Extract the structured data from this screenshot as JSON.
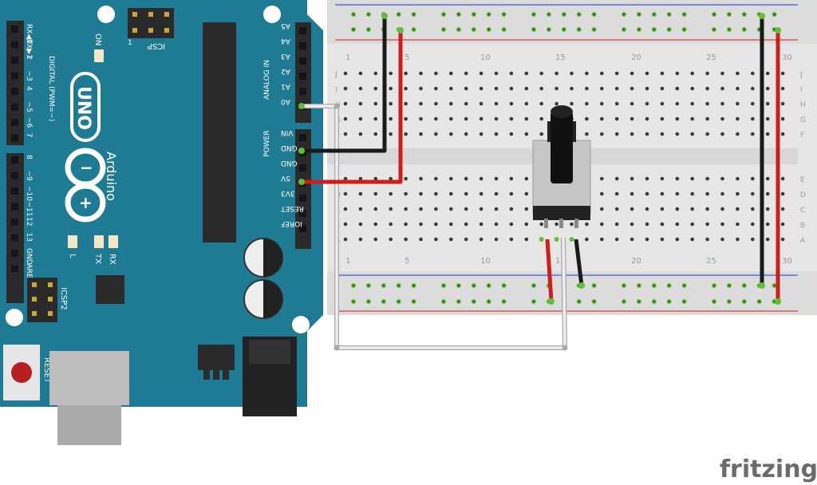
{
  "arduino": {
    "model": "UNO",
    "brand": "Arduino",
    "on_label": "ON",
    "icsp_label": "ICSP",
    "icsp2_label": "ICSP2",
    "reset_label": "RESET",
    "digital_label": "DIGITAL (PWM=~)",
    "analog_label": "ANALOG IN",
    "power_label": "POWER",
    "tx_label": "TX",
    "rx_label": "RX",
    "l_label": "L",
    "digital_pins": [
      "RX◀0",
      "TX▶1",
      "2",
      "~3",
      "4",
      "~5",
      "~6",
      "7",
      "8",
      "~9",
      "~10",
      "~11",
      "12",
      "13",
      "GND",
      "AREF"
    ],
    "analog_pins": [
      "A5",
      "A4",
      "A3",
      "A2",
      "A1",
      "A0"
    ],
    "power_pins": [
      "VIN",
      "GND",
      "GND",
      "5V",
      "3V3",
      "RESET",
      "IOREF"
    ],
    "icsp_pin_marker": "1"
  },
  "breadboard": {
    "column_numbers": [
      "1",
      "5",
      "10",
      "15",
      "20",
      "25",
      "30"
    ],
    "row_letters_top": [
      "J",
      "I",
      "H",
      "G",
      "F"
    ],
    "row_letters_bottom": [
      "E",
      "D",
      "C",
      "B",
      "A"
    ]
  },
  "wires": [
    {
      "name": "wire-a0-signal",
      "color": "#e9e9e9"
    },
    {
      "name": "wire-gnd",
      "color": "#222222"
    },
    {
      "name": "wire-5v",
      "color": "#cc1f1a"
    }
  ],
  "colors": {
    "board": "#1f7a93",
    "board_edge": "#176680",
    "header": "#2b2b2b",
    "breadboard": "#e8e8e8",
    "hole": "#3a3a3a",
    "connected_hole": "#5fbf3a",
    "rail_blue": "#3b5bd6",
    "rail_red": "#d6403b"
  },
  "logo": "fritzing"
}
